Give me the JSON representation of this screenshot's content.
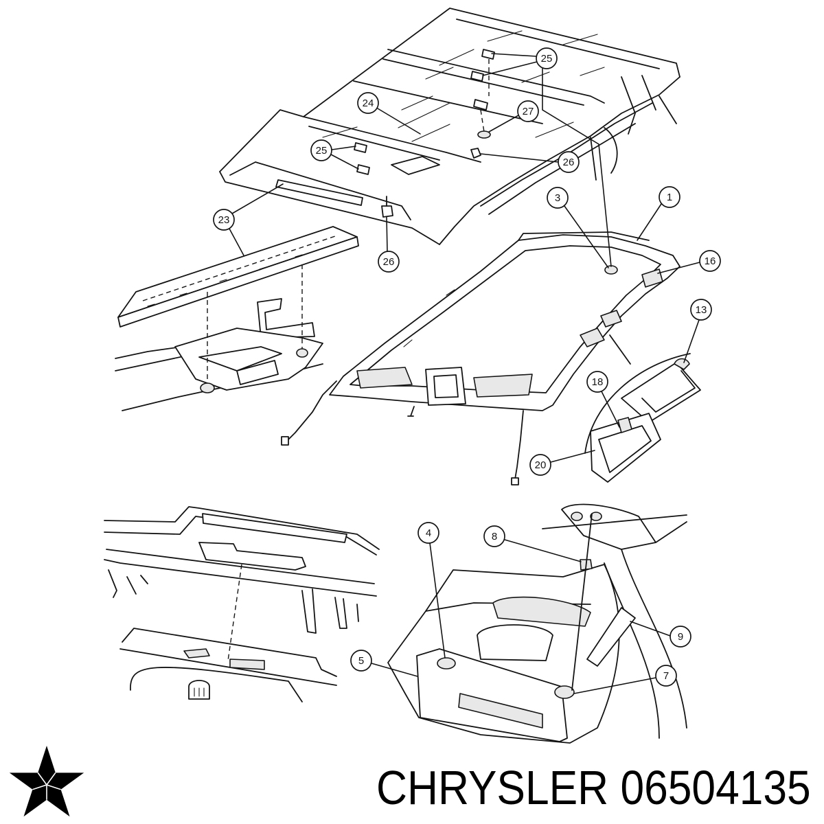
{
  "callouts": [
    "25",
    "24",
    "27",
    "25",
    "26",
    "23",
    "26",
    "3",
    "1",
    "16",
    "13",
    "18",
    "20",
    "4",
    "8",
    "9",
    "5",
    "7"
  ],
  "footer": {
    "brand": "CHRYSLER",
    "part_number": "06504135"
  },
  "logo": {
    "icon": "pentastar-logo",
    "color": "#000000"
  }
}
